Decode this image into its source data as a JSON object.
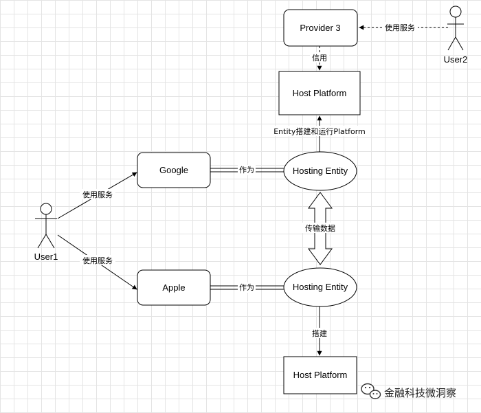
{
  "nodes": {
    "provider3": "Provider 3",
    "host_platform_top": "Host Platform",
    "google": "Google",
    "apple": "Apple",
    "hosting_entity_top": "Hosting Entity",
    "hosting_entity_bottom": "Hosting Entity",
    "host_platform_bottom": "Host Platform"
  },
  "actors": {
    "user1": "User1",
    "user2": "User2"
  },
  "edges": {
    "user2_provider3": "使用服务",
    "provider3_host_platform": "信用",
    "entity_builds_platform": "Entity搭建和运行Platform",
    "google_hosting_entity": "作为",
    "apple_hosting_entity": "作为",
    "user1_google": "使用服务",
    "user1_apple": "使用服务",
    "data_transfer": "传输数据",
    "hosting_entity_build": "搭建"
  },
  "watermark": "金融科技微洞察"
}
